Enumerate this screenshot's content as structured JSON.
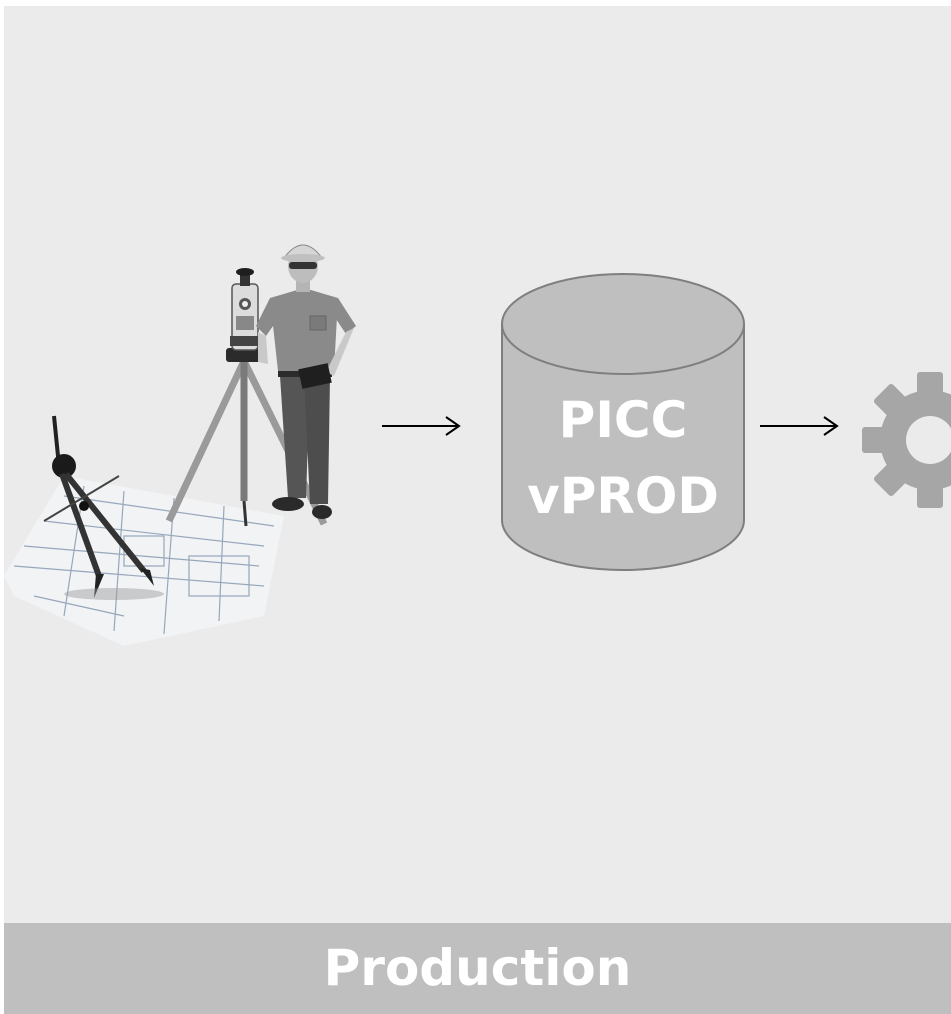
{
  "database": {
    "line1": "PICC",
    "line2": "vPROD"
  },
  "footer": {
    "label": "Production"
  },
  "icons": {
    "illustration": "surveyor-with-total-station-and-compass-on-blueprint",
    "arrow_1": "arrow-right-icon",
    "database": "database-cylinder-icon",
    "arrow_2": "arrow-right-icon",
    "gear": "gear-icon"
  },
  "colors": {
    "background": "#ebebeb",
    "cylinder_fill": "#bfbfbf",
    "cylinder_stroke": "#7f7f7f",
    "gear_fill": "#a6a6a6",
    "footer_fill": "#bfbfbf",
    "label_text": "#ffffff"
  }
}
